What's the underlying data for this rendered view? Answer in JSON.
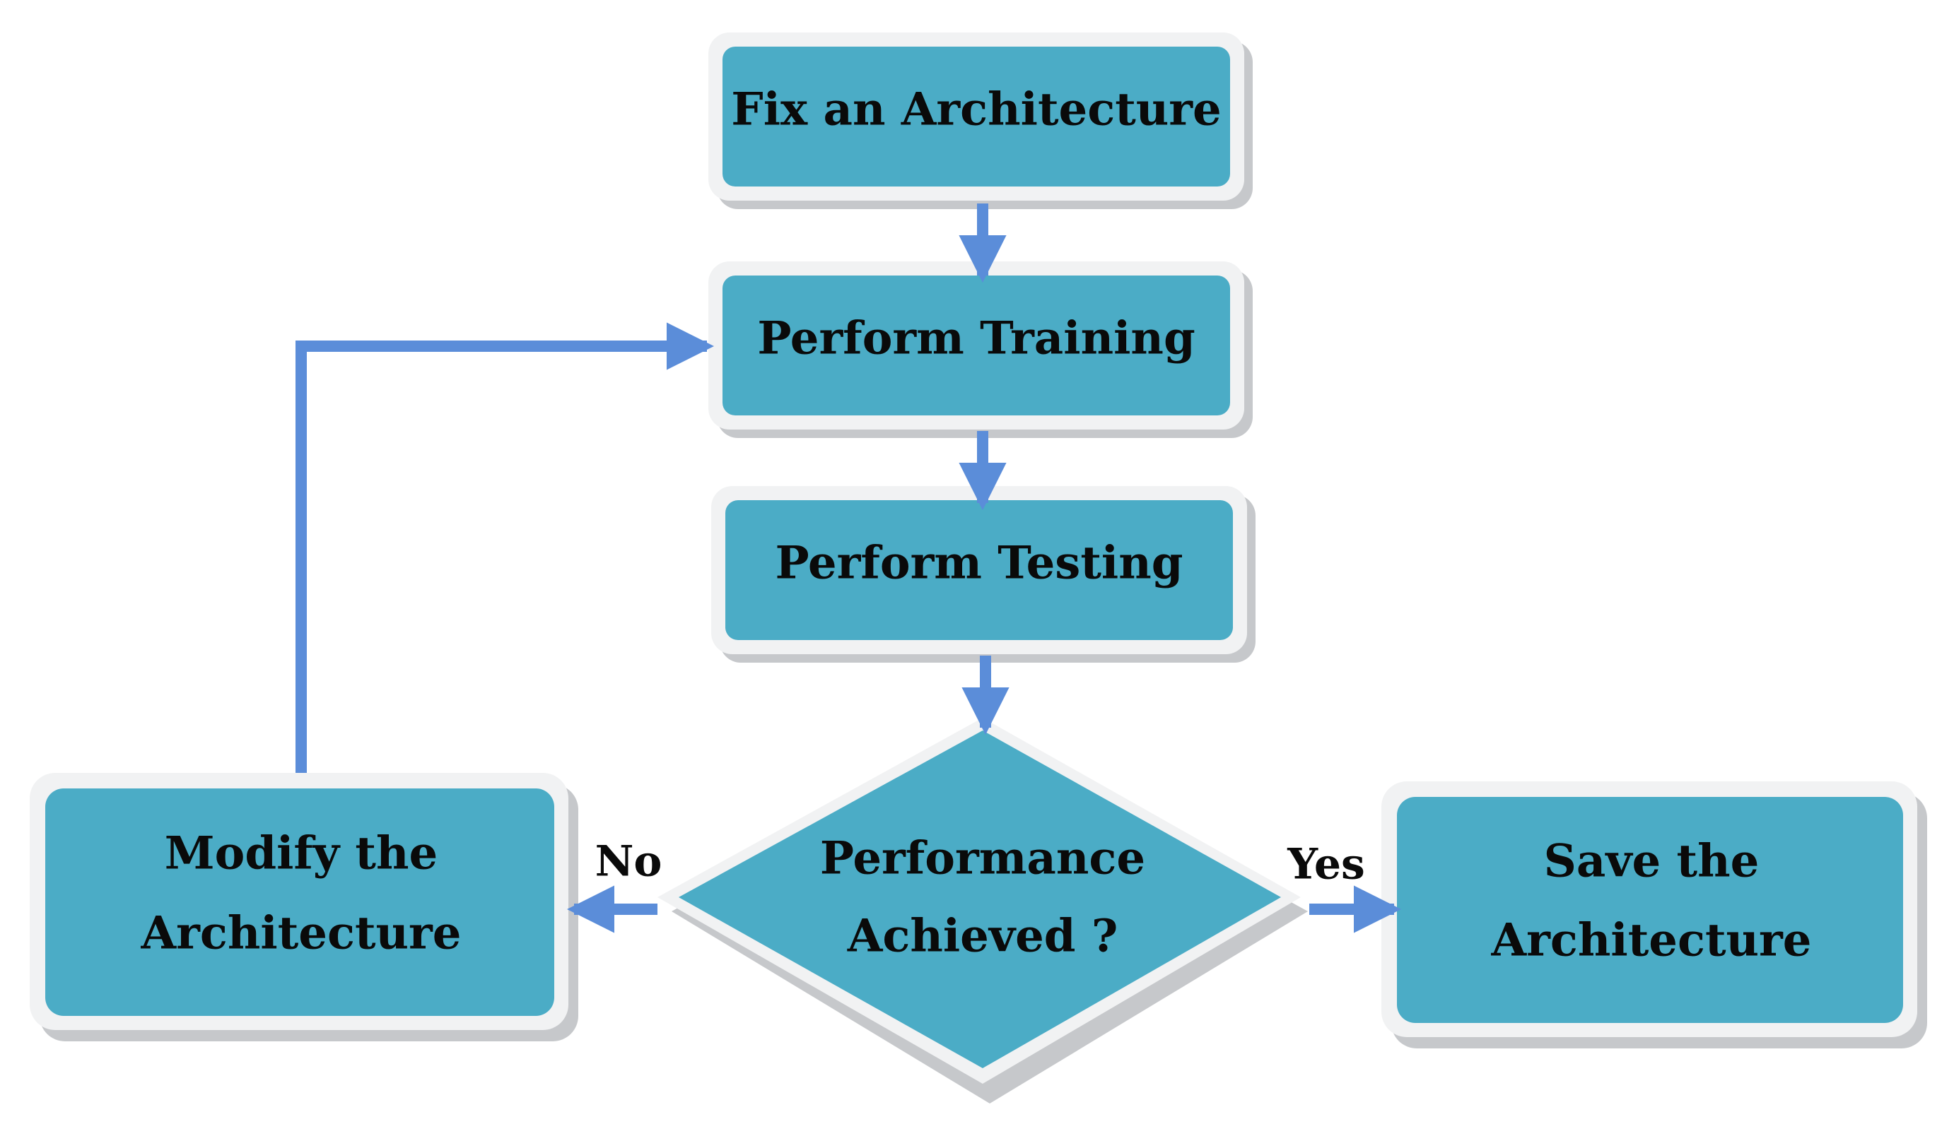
{
  "colors": {
    "node_fill": "#4bacc6",
    "arrow": "#5b8dd9",
    "outer_frame": "#f1f2f3",
    "shadow": "#c6c8cb"
  },
  "nodes": {
    "fix": {
      "label": "Fix an Architecture"
    },
    "train": {
      "label": "Perform Training"
    },
    "test": {
      "label": "Perform Testing"
    },
    "decision": {
      "line1": "Performance",
      "line2": "Achieved ?"
    },
    "modify": {
      "line1": "Modify the",
      "line2": "Architecture"
    },
    "save": {
      "line1": "Save the",
      "line2": "Architecture"
    }
  },
  "edges": {
    "no_label": "No",
    "yes_label": "Yes"
  }
}
